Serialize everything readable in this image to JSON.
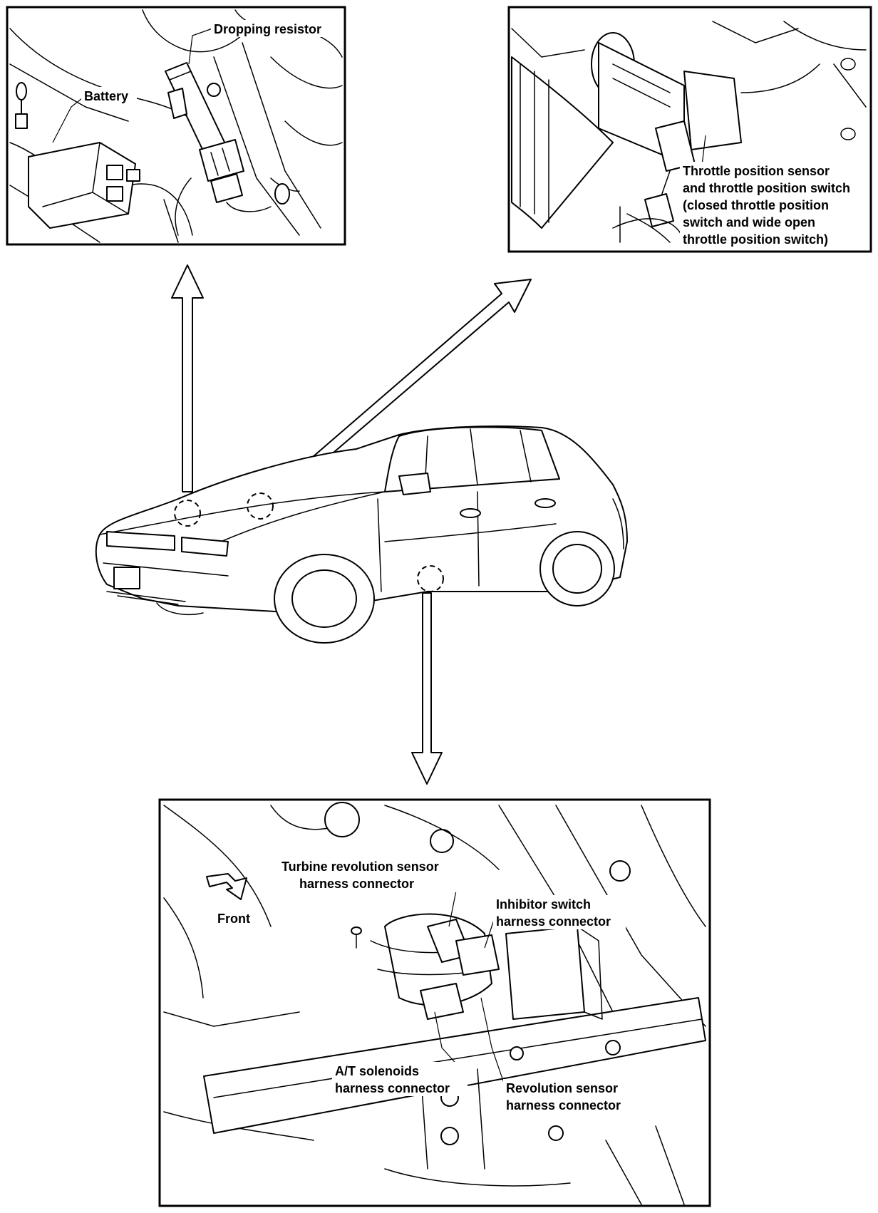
{
  "panels": {
    "top_left": {
      "labels": {
        "dropping_resistor": "Dropping resistor",
        "battery": "Battery"
      }
    },
    "top_right": {
      "labels": {
        "throttle_line1": "Throttle position sensor",
        "throttle_line2": "and throttle position switch",
        "throttle_line3": "(closed throttle position",
        "throttle_line4": "switch and wide open",
        "throttle_line5": "throttle position switch)"
      }
    },
    "bottom": {
      "labels": {
        "turbine_line1": "Turbine revolution sensor",
        "turbine_line2": "harness connector",
        "front": "Front",
        "inhibitor_line1": "Inhibitor switch",
        "inhibitor_line2": "harness connector",
        "at_line1": "A/T solenoids",
        "at_line2": "harness connector",
        "revolution_line1": "Revolution sensor",
        "revolution_line2": "harness connector"
      }
    }
  },
  "colors": {
    "ink": "#000000",
    "paper": "#ffffff"
  }
}
